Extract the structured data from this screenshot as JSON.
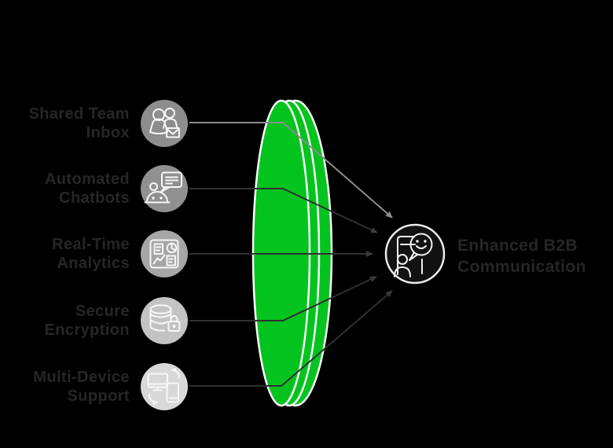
{
  "diagram": {
    "title": "WhatsApp feature funnel diagram",
    "lens_color": "#03c41e",
    "features": [
      {
        "line1": "Shared Team",
        "line2": "Inbox",
        "icon": "team-inbox-icon",
        "circle_color": "#8d8d8d"
      },
      {
        "line1": "Automated",
        "line2": "Chatbots",
        "icon": "chatbot-icon",
        "circle_color": "#909090"
      },
      {
        "line1": "Real-Time",
        "line2": "Analytics",
        "icon": "analytics-dashboard-icon",
        "circle_color": "#a6a6a6"
      },
      {
        "line1": "Secure",
        "line2": "Encryption",
        "icon": "database-lock-icon",
        "circle_color": "#c3c3c3"
      },
      {
        "line1": "Multi-Device",
        "line2": "Support",
        "icon": "device-sync-icon",
        "circle_color": "#d8d8d8"
      }
    ],
    "outcome": {
      "line1": "Enhanced B2B",
      "line2": "Communication",
      "icon": "b2b-communication-icon"
    },
    "colors": {
      "background": "#000000",
      "lens_outline": "#ffffff",
      "icon_stroke": "#f7f7f7",
      "label_text": "#262626",
      "connector_primary": "#8c8c8c",
      "connector_dark": "#303030",
      "outcome_circle_fill": "#121212",
      "outcome_circle_stroke": "#ededed"
    }
  }
}
